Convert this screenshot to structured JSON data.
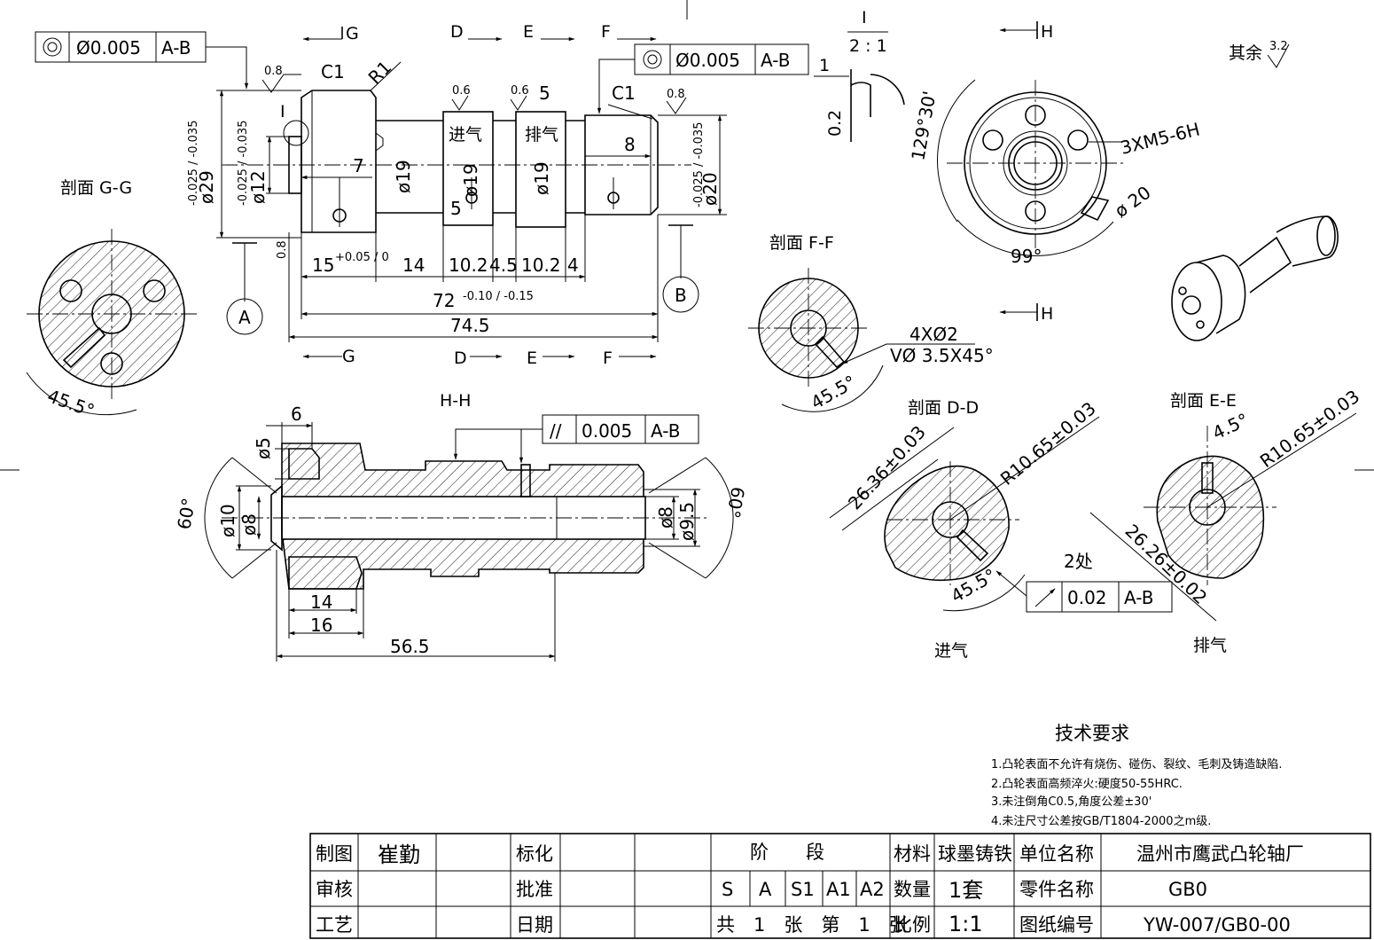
{
  "view_labels": {
    "section_gg": "剖面 G-G",
    "section_ff": "剖面 F-F",
    "section_dd": "剖面 D-D",
    "section_ee": "剖面 E-E",
    "section_hh": "H-H",
    "detail_i": "I",
    "detail_scale": "2 : 1",
    "cut_g": "G",
    "cut_d": "D",
    "cut_e": "E",
    "cut_f": "F",
    "cut_h": "H",
    "detail_marker": "I"
  },
  "datums": {
    "a": "A",
    "b": "B"
  },
  "tolerances": {
    "coax_left": {
      "value": "Ø0.005",
      "datum": "A-B"
    },
    "coax_right": {
      "value": "Ø0.005",
      "datum": "A-B"
    },
    "parallel": {
      "symbol": "//",
      "value": "0.005",
      "datum": "A-B"
    },
    "runout": {
      "value": "0.02",
      "datum": "A-B",
      "note": "2处"
    }
  },
  "surface": {
    "r1": "0.8",
    "r2": "0.6",
    "r3": "0.6",
    "r4": "0.8",
    "r5": "0.8",
    "other_label": "其余",
    "other_value": "3.2"
  },
  "main_dims": {
    "c1_left": "C1",
    "r1": "R1",
    "c1_right": "C1",
    "d29": "ø29",
    "d29_tol": "-0.025 / -0.035",
    "d12": "ø12",
    "d12_tol": "-0.025 / -0.035",
    "d20": "ø20",
    "d20_tol": "-0.025 / -0.035",
    "d19a": "ø19",
    "d19b": "ø19",
    "d19c": "ø19",
    "seven": "7",
    "eight": "8",
    "five_a": "5",
    "five_b": "5",
    "intake": "进气",
    "exhaust": "排气",
    "l15": "15",
    "l15_tol": "+0.05 / 0",
    "l14": "14",
    "l10a": "10.2",
    "l45": "4.5",
    "l10b": "10.2",
    "l4": "4",
    "l72": "72",
    "l72_tol": "-0.10 / -0.15",
    "l745": "74.5"
  },
  "gg_dims": {
    "angle": "45.5°"
  },
  "detail_dims": {
    "one": "1",
    "zero_two": "0.2"
  },
  "hh_end_dims": {
    "angle_129": "129°30'",
    "thread": "3XM5-6H",
    "pcd": "ø 20",
    "angle_99": "99°"
  },
  "hh_dims": {
    "six": "6",
    "d5": "ø5",
    "d10": "ø10",
    "d8_left": "ø8",
    "angle_60_left": "60°",
    "d8_right": "ø8",
    "d95": "ø9.5",
    "angle_60_right": "60°",
    "l14": "14",
    "l16": "16",
    "l565": "56.5"
  },
  "ff_dims": {
    "holes": "4XØ2",
    "csk": "VØ 3.5X45°",
    "angle": "45.5°"
  },
  "dd_dims": {
    "d2636": "26.36±0.03",
    "r1065": "R10.65±0.03",
    "angle": "45.5°",
    "intake": "进气"
  },
  "ee_dims": {
    "angle": "4.5°",
    "r1065": "R10.65±0.03",
    "d2626": "26.26±0.02",
    "exhaust": "排气"
  },
  "tech_req": {
    "title": "技术要求",
    "items": [
      "1.凸轮表面不允许有烧伤、碰伤、裂纹、毛刺及铸造缺陷.",
      "2.凸轮表面高频淬火:硬度50-55HRC.",
      "3.未注倒角C0.5,角度公差±30'",
      "4.未注尺寸公差按GB/T1804-2000之m级."
    ]
  },
  "title_block": {
    "drawn_label": "制图",
    "drawn_name": "崔勤",
    "check_label": "审核",
    "process_label": "工艺",
    "std_label": "标化",
    "approve_label": "批准",
    "date_label": "日期",
    "stage_label": "阶　　段",
    "stage_codes": [
      "S",
      "A",
      "S1",
      "A1",
      "A2"
    ],
    "sheet_info": "共　1　张　第　1　张",
    "material_label": "材料",
    "material": "球墨铸铁",
    "qty_label": "数量",
    "qty": "1套",
    "scale_label": "比例",
    "scale": "1:1",
    "unit_label": "单位名称",
    "unit": "温州市鹰武凸轮轴厂",
    "part_label": "零件名称",
    "part": "GB0",
    "drawing_no_label": "图纸编号",
    "drawing_no": "YW-007/GB0-00"
  }
}
